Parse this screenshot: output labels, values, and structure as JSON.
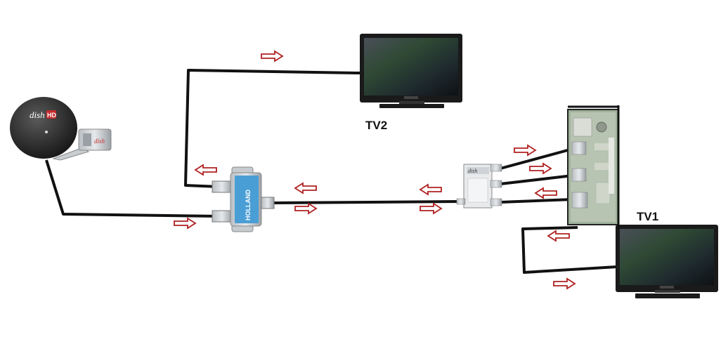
{
  "labels": {
    "tv1": "TV1",
    "tv2": "TV2"
  },
  "dish": {
    "logo_text": "dish",
    "logo_suffix": "HD",
    "lnb_text": "dish"
  },
  "splitter": {
    "brand": "HOLLAND"
  },
  "diplexer": {
    "brand": "dish"
  },
  "colors": {
    "cable": "#111111",
    "arrow_stroke": "#b02020",
    "arrow_fill": "#ffffff",
    "tv_frame": "#1a1a1a",
    "splitter_body": "#4a9ed6",
    "receiver_panel": "#9fb29a"
  },
  "icons": {
    "dish": "satellite-dish-icon",
    "tv": "television-icon",
    "splitter": "coax-splitter-icon",
    "diplexer": "diplexer-icon",
    "receiver": "receiver-back-panel-icon",
    "arrow": "signal-arrow-icon"
  }
}
